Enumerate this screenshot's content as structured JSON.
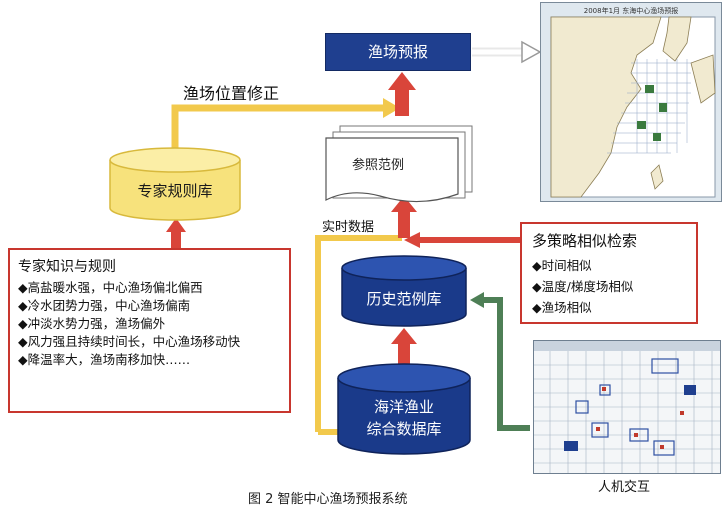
{
  "nodes": {
    "forecast": "渔场预报",
    "expert_db": "专家规则库",
    "reference": "参照范例",
    "history_db": "历史范例库",
    "ocean_db_line1": "海洋渔业",
    "ocean_db_line2": "综合数据库"
  },
  "labels": {
    "position_correction": "渔场位置修正",
    "realtime_data": "实时数据",
    "human_interaction": "人机交互",
    "caption": "图 2  智能中心渔场预报系统"
  },
  "knowledge": {
    "title": "专家知识与规则",
    "items": [
      "◆高盐暖水强，中心渔场偏北偏西",
      "◆冷水团势力强，中心渔场偏南",
      "◆冲淡水势力强，渔场偏外",
      "◆风力强且持续时间长，中心渔场移动快",
      "◆降温率大，渔场南移加快……"
    ]
  },
  "similarity": {
    "title": "多策略相似检索",
    "items": [
      "◆时间相似",
      "◆温度/梯度场相似",
      "◆渔场相似"
    ]
  },
  "map": {
    "title": "2008年1月 东海中心渔场预报"
  },
  "colors": {
    "navy_box": "#1f3f8f",
    "red_arrow": "#d9453a",
    "yellow_arrow": "#f2c94c",
    "green_arrow": "#4e7f56",
    "cylinder_blue": "#1a3a8a",
    "cylinder_yellow": "#f7e27c"
  }
}
